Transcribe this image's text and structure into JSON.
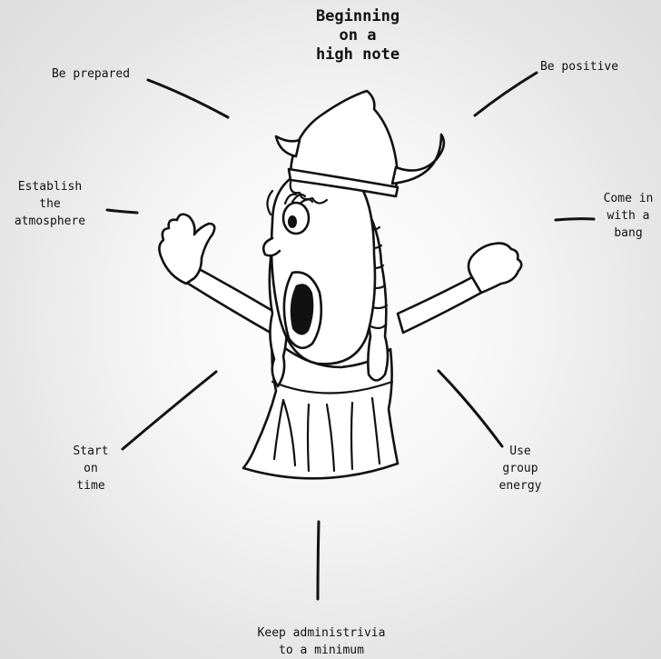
{
  "title": "Beginning\non a\nhigh note",
  "spokes": {
    "be_prepared": "Be prepared",
    "be_positive": "Be positive",
    "establish_atmosphere": "Establish\nthe\natmosphere",
    "come_in_bang": "Come in\nwith a\nbang",
    "start_on_time": "Start\non\ntime",
    "group_energy": "Use\ngroup\nenergy",
    "admin_minimum": "Keep administrivia\nto a minimum"
  }
}
